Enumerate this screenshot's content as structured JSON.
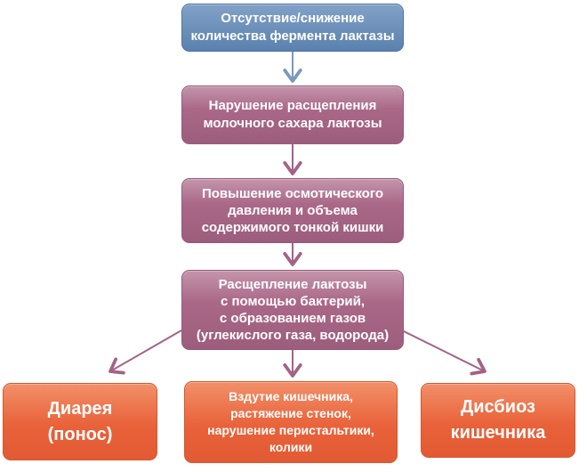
{
  "colors": {
    "blue-top": "#82a1c7",
    "blue-bottom": "#5a81ae",
    "blue-border": "#4d73a1",
    "mauve-top": "#c495ab",
    "mauve-mid": "#aa6888",
    "mauve-bottom": "#9c5d7d",
    "mauve-border": "#97597b",
    "orange-top": "#f29069",
    "orange-mid": "#e9623a",
    "orange-bottom": "#e25a33",
    "orange-border": "#d8562f",
    "arrow-blue": "#7b98bf",
    "arrow-mauve": "#a36386",
    "text": "#ffffff"
  },
  "nodes": {
    "cause": {
      "lines": [
        "Отсутствие/снижение",
        "количества фермента лактазы"
      ]
    },
    "step1": {
      "lines": [
        "Нарушение расщепления",
        "молочного сахара лактозы"
      ]
    },
    "step2": {
      "lines": [
        "Повышение осмотического",
        "давления и объема",
        "содержимого тонкой кишки"
      ]
    },
    "step3": {
      "lines": [
        "Расщепление лактозы",
        "с помощью бактерий,",
        "с образованием газов",
        "(углекислого газа, водорода)"
      ]
    },
    "outcome_left": {
      "lines": [
        "Диарея",
        "(понос)"
      ]
    },
    "outcome_middle": {
      "lines": [
        "Вздутие кишечника,",
        "растяжение стенок,",
        "нарушение перистальтики,",
        "колики"
      ]
    },
    "outcome_right": {
      "lines": [
        "Дисбиоз",
        "кишечника"
      ]
    }
  }
}
